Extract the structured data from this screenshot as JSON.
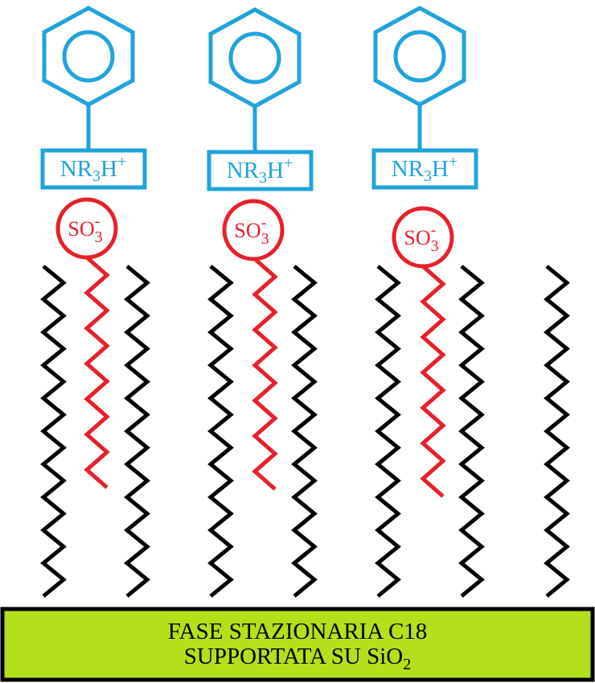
{
  "colors": {
    "aromatic": "#1fa3dc",
    "sulfonate": "#e8202b",
    "alkyl_chain": "#000000",
    "support_fill": "#b3e01a",
    "support_border": "#000000"
  },
  "ion_pair": {
    "cation": {
      "prefix": "NR",
      "sub": "3",
      "mid": "H",
      "sup": "+"
    },
    "anion": {
      "prefix": "SO",
      "sub": "3",
      "sup": "-"
    }
  },
  "ion_pair_count": 3,
  "stationary_phase": {
    "line1": "FASE STAZIONARIA C18",
    "line2_prefix": "SUPPORTATA SU SiO",
    "line2_sub": "2"
  }
}
